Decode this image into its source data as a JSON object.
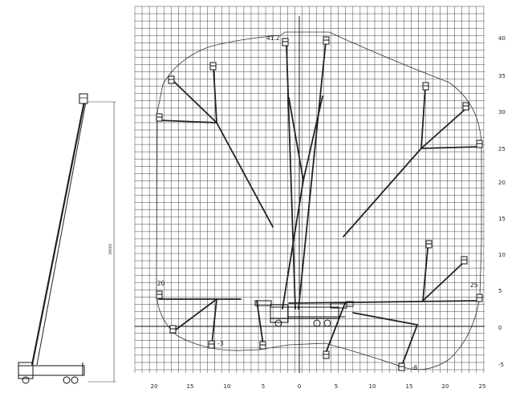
{
  "chart_data": {
    "type": "diagram",
    "x_ticks": [
      "20",
      "15",
      "10",
      "5",
      "0",
      "5",
      "10",
      "15",
      "20",
      "25"
    ],
    "y_ticks": [
      "40",
      "35",
      "30",
      "25",
      "20",
      "15",
      "10",
      "5",
      "0",
      "-5"
    ],
    "annotations": {
      "max_height": "41.2",
      "left_reach": "20",
      "right_reach": "25",
      "left_depth": "-3",
      "right_depth": "-6"
    },
    "side_view_dimension": "39000"
  }
}
